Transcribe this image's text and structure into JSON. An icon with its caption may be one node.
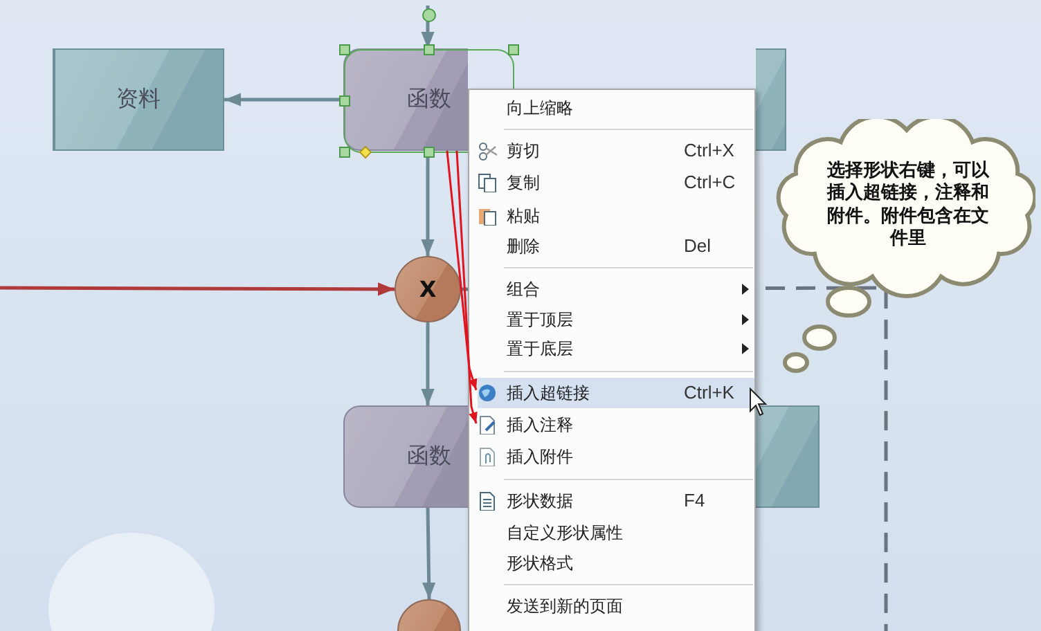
{
  "diagram": {
    "nodes": [
      {
        "text": [
          "资料"
        ]
      },
      {
        "text": [
          "函数"
        ]
      },
      {
        "text": [],
        "shape": "box"
      },
      {
        "text": [
          "X"
        ]
      },
      {
        "text": [
          "函数"
        ]
      },
      {
        "text": [],
        "shape": "box"
      },
      {
        "text": [],
        "shape": "circle"
      },
      {
        "text": [],
        "shape": "box"
      },
      {
        "text": [
          "向上缩略"
        ],
        "in": 7
      },
      {
        "text": [
          "剪切",
          "Ctrl+X"
        ],
        "in": 7
      },
      {
        "text": [
          "复制",
          "Ctrl+C"
        ],
        "in": 7
      },
      {
        "text": [
          "粘贴"
        ],
        "in": 7
      },
      {
        "text": [
          "删除",
          "Del"
        ],
        "in": 7
      },
      {
        "text": [
          "组合"
        ],
        "in": 7
      },
      {
        "text": [
          "置于顶层"
        ],
        "in": 7
      },
      {
        "text": [
          "置于底层"
        ],
        "in": 7
      },
      {
        "text": [
          "插入超链接",
          "Ctrl+K"
        ],
        "in": 7
      },
      {
        "text": [
          "插入注释"
        ],
        "in": 7
      },
      {
        "text": [
          "插入附件"
        ],
        "in": 7
      },
      {
        "text": [
          "形状数据",
          "F4"
        ],
        "in": 7
      },
      {
        "text": [
          "自定义形状属性"
        ],
        "in": 7
      },
      {
        "text": [
          "形状格式"
        ],
        "in": 7
      },
      {
        "text": [
          "发送到新的页面"
        ],
        "in": 7
      },
      {
        "text": [
          "选择形状右键，可以插入超链接，注释和附件。附件包含在文件里"
        ]
      }
    ],
    "edges": [
      {
        "from": null,
        "to": 1,
        "arrow": "to"
      },
      {
        "from": 1,
        "to": 0,
        "arrow": "to"
      },
      {
        "from": 1,
        "to": 3,
        "arrow": "to"
      },
      {
        "from": null,
        "to": 3,
        "arrow": "to",
        "color": "#b03a3a"
      },
      {
        "from": 3,
        "to": 4,
        "arrow": "to"
      },
      {
        "from": 4,
        "to": 6,
        "arrow": "to"
      },
      {
        "from": 1,
        "to": 16,
        "arrow": "to",
        "color": "#e0141e"
      },
      {
        "from": 1,
        "to": 17,
        "arrow": "to",
        "color": "#e0141e"
      },
      {
        "from": 3,
        "to": null,
        "arrow": "none",
        "style": "dashed",
        "color": "#6b7380"
      }
    ]
  }
}
